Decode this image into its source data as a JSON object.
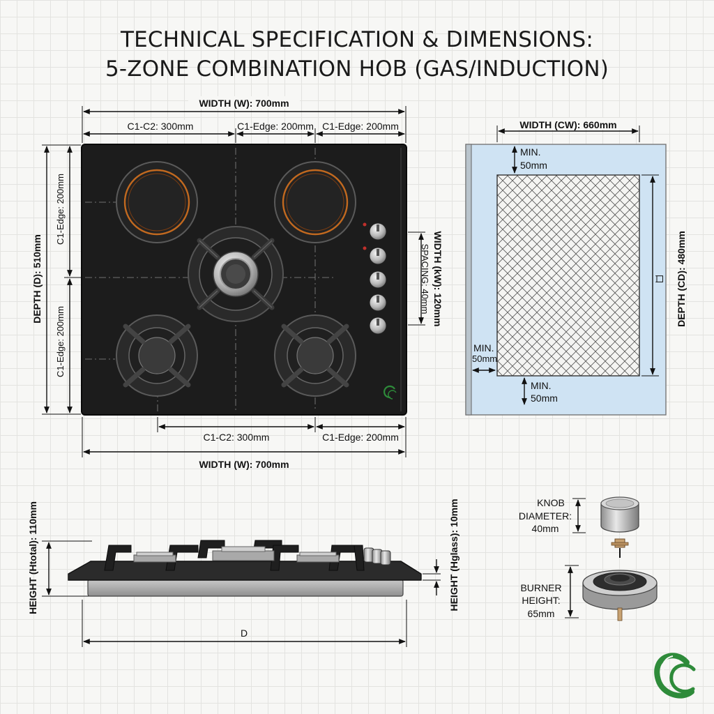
{
  "title": {
    "line1": "TECHNICAL SPECIFICATION & DIMENSIONS:",
    "line2": "5-ZONE COMBINATION HOB (GAS/INDUCTION)"
  },
  "top_view": {
    "width_top": "WIDTH (W): 700mm",
    "c1c2_top": "C1-C2: 300mm",
    "c1edge_top_a": "C1-Edge: 200mm",
    "c1edge_top_b": "C1-Edge: 200mm",
    "depth": "DEPTH (D): 510mm",
    "c1edge_left_upper": "C1-Edge: 200mm",
    "c1edge_left_lower": "C1-Edge: 200mm",
    "knob_width": "WIDTH (kW): 120mm",
    "knob_spacing": "SPACING: 40mm",
    "c1c2_bottom": "C1-C2: 300mm",
    "c1edge_bottom": "C1-Edge: 200mm",
    "width_bottom": "WIDTH (W): 700mm"
  },
  "cutout": {
    "width": "WIDTH (CW): 660mm",
    "depth": "DEPTH (CD): 480mm",
    "min_top_1": "MIN.",
    "min_top_2": "50mm",
    "min_left_1": "MIN.",
    "min_left_2": "50mm",
    "min_bottom_1": "MIN.",
    "min_bottom_2": "50mm",
    "center_mark": "口"
  },
  "side_view": {
    "height_total": "HEIGHT (Htotal): 110mm",
    "height_glass": "HEIGHT (Hglass): 10mm",
    "depth_mark": "D"
  },
  "detail": {
    "knob_1": "KNOB",
    "knob_2": "DIAMETER:",
    "knob_3": "40mm",
    "burner_1": "BURNER",
    "burner_2": "HEIGHT:",
    "burner_3": "65mm"
  },
  "colors": {
    "hob_glass": "#1c1c1c",
    "induction_ring": "#c2691f",
    "cutout_fill": "#cfe3f3",
    "indicator_red": "#c0302c",
    "logo_green": "#2e8b3a"
  },
  "icons": [
    "brand-logo-icon",
    "indicator-light-icon",
    "control-knob-icon"
  ]
}
